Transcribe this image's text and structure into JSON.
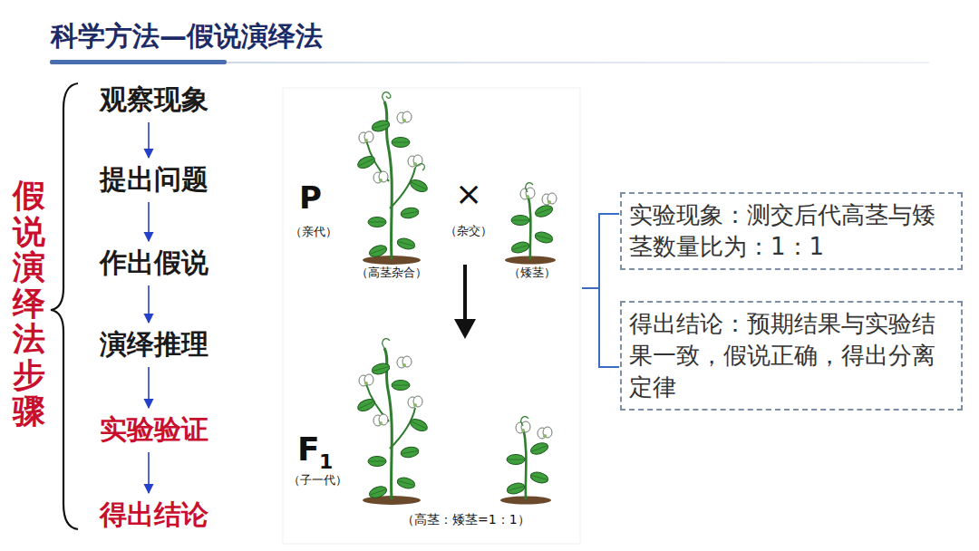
{
  "diagram": {
    "title": "科学方法—假说演绎法",
    "nodes": [
      {
        "text": [
          "观察现象"
        ]
      },
      {
        "text": [
          "提出问题"
        ]
      },
      {
        "text": [
          "作出假说"
        ]
      },
      {
        "text": [
          "演绎推理"
        ]
      },
      {
        "text": [
          "实验验证"
        ]
      },
      {
        "text": [
          "得出结论"
        ]
      },
      {
        "text": [
          "实验现象：测交后代高茎与矮茎数量比为：1：1"
        ]
      },
      {
        "text": [
          "得出结论：预期结果与实验结果一致，假说正确，得出分离定律"
        ]
      }
    ],
    "edges": [
      {
        "from": 0,
        "to": 1,
        "arrow": "to"
      },
      {
        "from": 1,
        "to": 2,
        "arrow": "to"
      },
      {
        "from": 2,
        "to": 3,
        "arrow": "to"
      },
      {
        "from": 3,
        "to": 4,
        "arrow": "to"
      },
      {
        "from": 4,
        "to": 5,
        "arrow": "to"
      }
    ],
    "labels": [
      "假说演绎法步骤",
      "P",
      "（亲代）",
      "×",
      "（杂交）",
      "（高茎杂合）",
      "（矮茎）",
      "F",
      "1",
      "（子一代）",
      "（高茎：矮茎=1：1）"
    ]
  }
}
